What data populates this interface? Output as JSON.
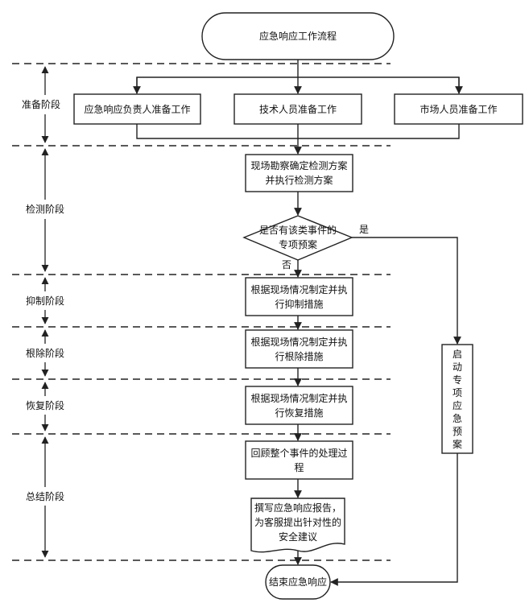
{
  "diagram": {
    "title": "应急响应工作流程",
    "prep": {
      "left": "应急响应负责人准备工作",
      "mid": "技术人员准备工作",
      "right": "市场人员准备工作"
    },
    "survey": "现场勘察确定检测方案并执行检测方案",
    "decision": "是否有该类事件的专项预案",
    "yes": "是",
    "no": "否",
    "suppress": "根据现场情况制定并执行抑制措施",
    "eradicate": "根据现场情况制定并执行根除措施",
    "recover": "根据现场情况制定并执行恢复措施",
    "review": "回顾整个事件的处理过程",
    "report": "撰写应急响应报告，为客服提出针对性的安全建议",
    "end": "结束应急响应",
    "special": "启动专项应急预案"
  },
  "phases": {
    "prepare": "准备阶段",
    "detect": "检测阶段",
    "suppress": "抑制阶段",
    "eradicate": "根除阶段",
    "recover": "恢复阶段",
    "summary": "总结阶段"
  }
}
